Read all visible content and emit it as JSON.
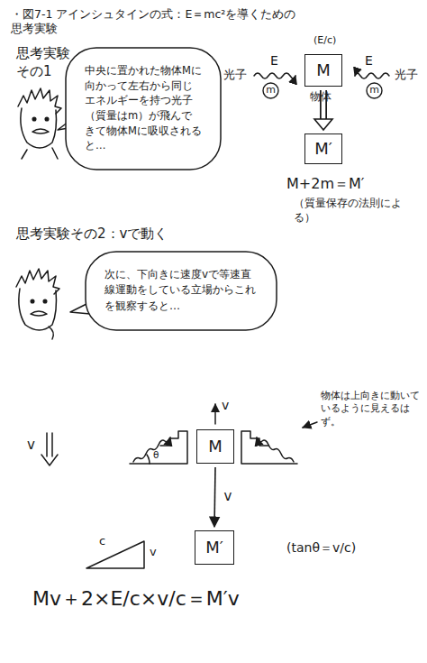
{
  "diagram": {
    "title": "・図7-1 アインシュタインの式：E＝mc²を導くための 思考実験",
    "nodes": [
      {
        "text": [
          "中央に置かれた物体Mに向かって左右から同じエネルギーを持つ光子（質量はm）が飛んできて物体Mに吸収されると…"
        ]
      },
      {
        "text": [
          "m"
        ]
      },
      {
        "text": [
          "M"
        ]
      },
      {
        "text": [
          "m"
        ]
      },
      {
        "text": [
          "M′"
        ]
      },
      {
        "text": [
          "次に、下向きに速度vで等速直線運動をしている立場からこれを観察すると…"
        ]
      },
      {
        "text": [
          "M"
        ]
      },
      {
        "text": [
          "M′"
        ]
      }
    ],
    "edges": [
      {
        "from": 2,
        "to": 4,
        "arrow": "to"
      },
      {
        "from": 6,
        "to": 7,
        "arrow": "to",
        "label": "v"
      }
    ],
    "labels": [
      "思考実験 その1",
      "(E/c)",
      "E",
      "光子",
      "E",
      "光子",
      "物体",
      "M+2m＝M′",
      "（質量保存の法則による）",
      "思考実験その2：vで動く",
      "v",
      "θ",
      "v",
      "物体は上向きに動いているように見えるはず。",
      "c",
      "v",
      "(tanθ＝v/c)",
      "Mv＋2×E/c×v/c＝M′v"
    ]
  }
}
